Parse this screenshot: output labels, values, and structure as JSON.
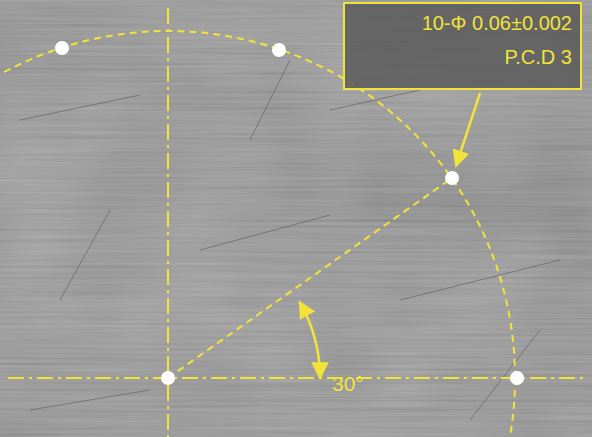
{
  "diagram": {
    "nodes": [
      {
        "text": [
          "10-Φ 0.06±0.002",
          "P.C.D 3"
        ]
      }
    ],
    "labels": [
      "30°"
    ]
  }
}
